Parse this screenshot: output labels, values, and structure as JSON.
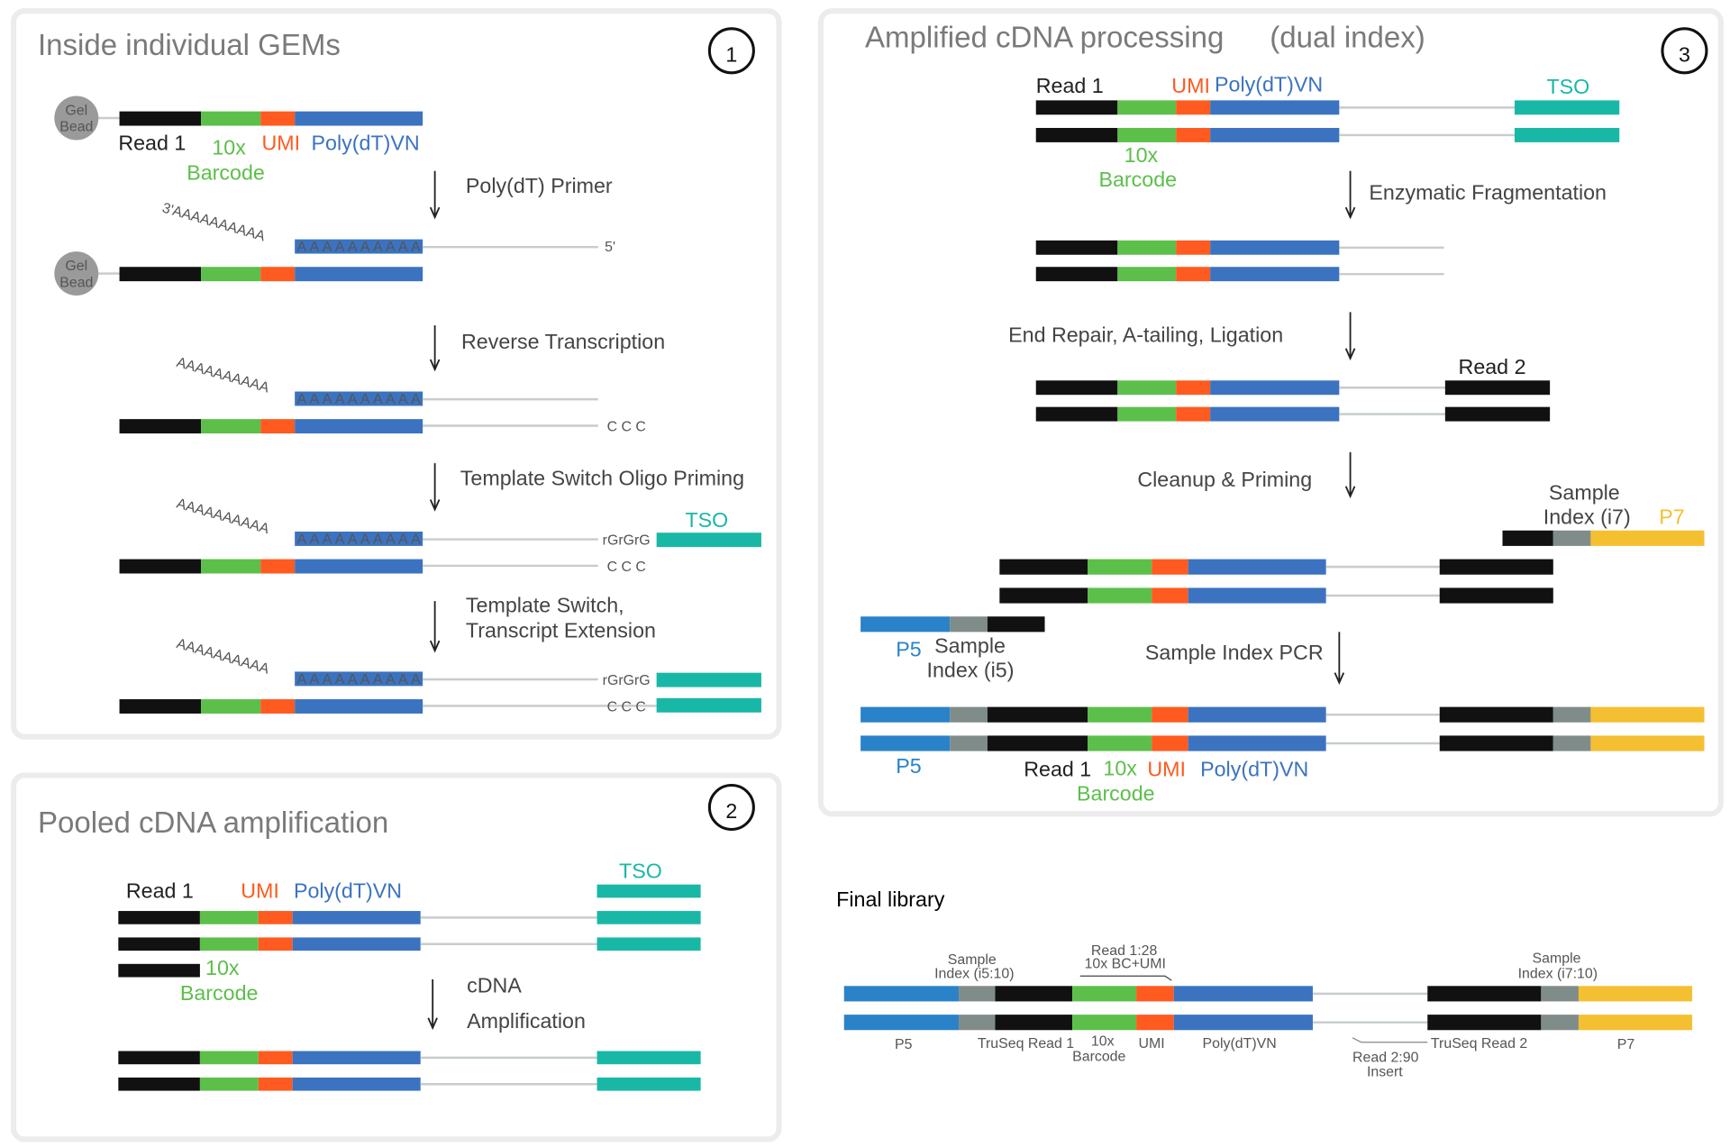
{
  "colors": {
    "black": "#111111",
    "green": "#5cbf4a",
    "orange": "#ff5a1f",
    "blue": "#3b73c0",
    "p5_blue": "#2a83c9",
    "gray": "#7f8c8a",
    "yellow": "#f5bf32",
    "teal": "#19b8a6",
    "accent_title": "#3fb0e0"
  },
  "common": {
    "gel_bead_1": "Gel",
    "gel_bead_2": "Bead",
    "read1": "Read 1",
    "read2": "Read 2",
    "tenx": "10x",
    "barcode": "Barcode",
    "umi": "UMI",
    "polydt": "Poly(dT)VN",
    "tso": "TSO",
    "polyA_3": "3'AAAAAAAAAA",
    "polyA_tail": "AAAAAAAAAA",
    "polyA_block": "AAAAAAAAAA",
    "five_prime": "5'",
    "ccc": "C C C",
    "rgrgrg": "rGrGrG",
    "p5": "P5",
    "p7": "P7",
    "sample": "Sample",
    "index_i5": "Index (i5)",
    "index_i7": "Index (i7)"
  },
  "panel1": {
    "title": "Inside individual GEMs",
    "step": "1",
    "steps": [
      "Poly(dT) Primer",
      "Reverse Transcription",
      "Template Switch Oligo Priming",
      "Template Switch,",
      "Transcript Extension"
    ]
  },
  "panel2": {
    "title": "Pooled cDNA amplification",
    "step": "2",
    "steps": [
      "cDNA",
      "Amplification"
    ]
  },
  "panel3": {
    "title": "Amplified cDNA processing ",
    "title_accent": "(dual index)",
    "step": "3",
    "steps": [
      "Enzymatic Fragmentation",
      "End Repair, A-tailing, Ligation",
      "Cleanup & Priming",
      "Sample Index PCR"
    ]
  },
  "final": {
    "title": "Final library",
    "sample": "Sample",
    "index_i5": "Index (i5:10)",
    "index_i7": "Index (i7:10)",
    "read1_len": "Read 1:28",
    "bc_umi_green": "10x BC+",
    "bc_umi_red": "UMI",
    "p5": "P5",
    "truseq_read1": "TruSeq Read 1",
    "tenx": "10x",
    "barcode": "Barcode",
    "umi": "UMI",
    "polydt": "Poly(dT)VN",
    "read2_len": "Read 2:90",
    "insert": "Insert",
    "truseq_read2": "TruSeq Read 2",
    "p7": "P7"
  }
}
